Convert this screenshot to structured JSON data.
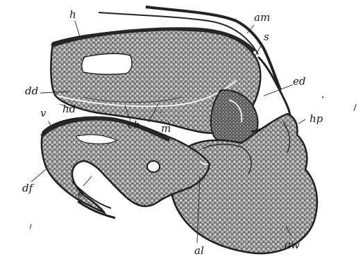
{
  "figure": {
    "colors": {
      "tissue": "#7c7c7c",
      "tissue_dark": "#4e4e4e",
      "outline": "#1e1e1e",
      "epithelium": "#262626",
      "lumen": "#ffffff",
      "paper": "#ffffff"
    },
    "labels": {
      "h": "h",
      "am": "am",
      "s": "s",
      "ed": "ed",
      "dd": "dd",
      "hd": "hd",
      "v": "v",
      "ch": "ch",
      "m": "m",
      "hp": "hp",
      "df": "df",
      "e": "e",
      "al": "al",
      "aw": "aw"
    }
  }
}
